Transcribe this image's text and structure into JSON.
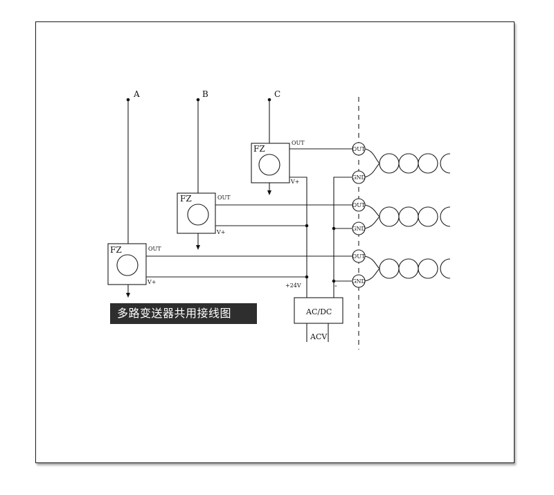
{
  "inputs": {
    "a": "A",
    "b": "B",
    "c": "C"
  },
  "transmitter": {
    "name": "FZ",
    "out": "OUT",
    "vplus": "V+"
  },
  "terminals": {
    "out": "OUT",
    "gnd": "GND"
  },
  "supply": {
    "converter": "AC/DC",
    "input": "ACV",
    "positive": "+24V",
    "negative": "-"
  },
  "caption": "多路变送器共用接线图"
}
